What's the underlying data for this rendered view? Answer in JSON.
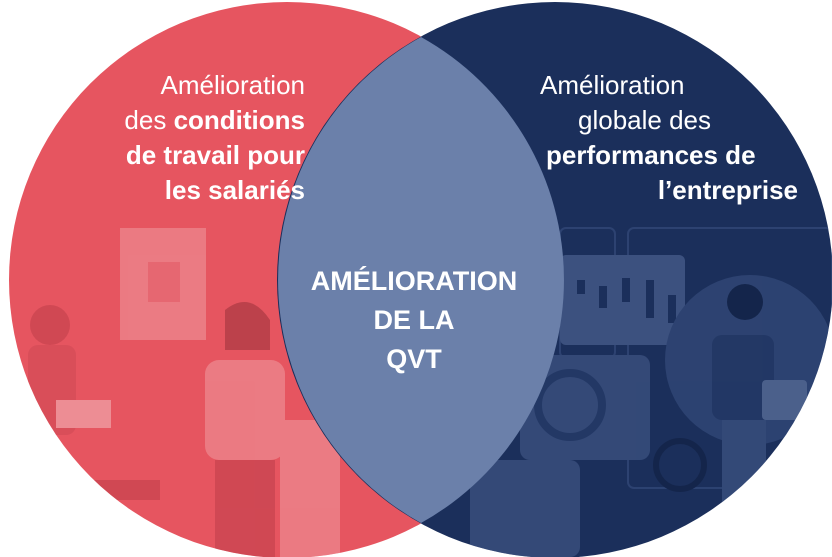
{
  "left_circle": {
    "line1": "Amélioration",
    "line2_normal": "des ",
    "line2_bold": "conditions",
    "line3": "de travail pour",
    "line4": "les salariés"
  },
  "right_circle": {
    "line1": "Amélioration",
    "line2": "globale des",
    "line3": "performances de",
    "line4": "l’entreprise"
  },
  "intersection": {
    "line1": "AMÉLIORATION",
    "line2": "DE LA",
    "line3": "QVT"
  },
  "colors": {
    "left_circle": "#e65560",
    "right_circle": "#1b2f5b",
    "intersection": "#6b80aa",
    "text": "#ffffff"
  }
}
